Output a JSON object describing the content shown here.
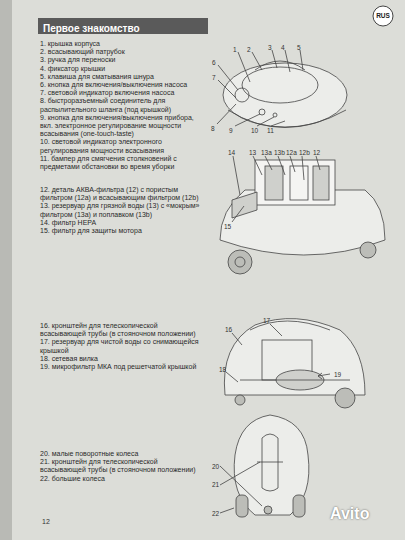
{
  "diagram": {
    "title": "Первое знакомство",
    "nodes": [
      {
        "text": [
          "RUS"
        ]
      }
    ],
    "labels": [
      "1. крышка корпуса",
      "2. всасывающий патрубок",
      "3. ручка для переноски",
      "4. фиксатор крышки",
      "5. клавиша для сматывания шнура",
      "6. кнопка для включения/выключения насоса",
      "7. световой индикатор включения насоса",
      "8. быстроразъемный соединитель для распылительного шланга (под крышкой)",
      "9. кнопка для включения/выключения прибора, вкл. электронное регулирование мощности всасывания (one-touch-taste)",
      "10. световой индикатор электронного регулирования мощности всасывания",
      "11. бампер для смягчения столкновений с предметами обстановки во время уборки",
      "12. деталь АКВА-фильтра (12) с пористым фильтром (12a) и всасывающим фильтром (12b)",
      "13. резервуар для грязной воды (13) с «мокрым» фильтром (13a) и поплавком (13b)",
      "14. фильтр HEPA",
      "15. фильтр для защиты мотора",
      "16. кронштейн для телескопической всасывающей трубы (в стояночном положении)",
      "17. резервуар для чистой воды со снимающейся крышкой",
      "18. сетевая вилка",
      "19. микрофильтр МКА под решетчатой крышкой",
      "20. малые поворотные колеса",
      "21. кронштейн для телескопической всасывающей трубы (в стояночном положении)",
      "22. большие колеса",
      "1",
      "2",
      "3",
      "4",
      "5",
      "6",
      "7",
      "8",
      "9",
      "10",
      "11",
      "14",
      "13",
      "13a",
      "13b",
      "12a",
      "12b",
      "12",
      "15",
      "16",
      "17",
      "18",
      "19",
      "20",
      "21",
      "22",
      "12",
      "Avito"
    ]
  }
}
